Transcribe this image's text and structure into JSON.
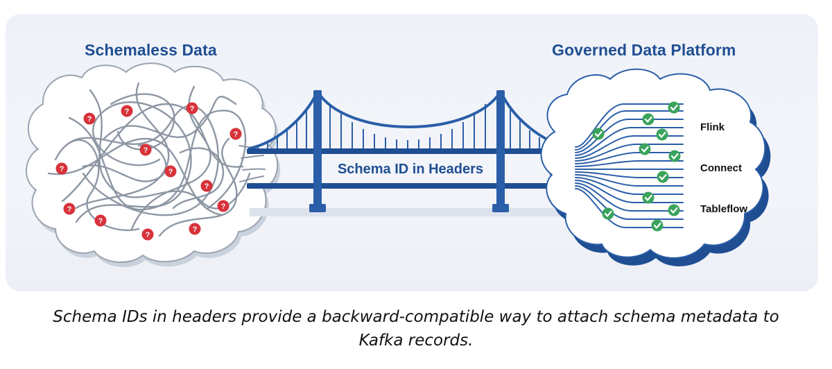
{
  "left_title": "Schemaless Data",
  "right_title": "Governed Data Platform",
  "bridge_label": "Schema ID in Headers",
  "destinations": [
    "Flink",
    "Connect",
    "Tableflow"
  ],
  "marker_question": "?",
  "caption_line1": "Schema IDs in headers provide a backward-compatible way to attach schema metadata to",
  "caption_line2": "Kafka records.",
  "icons": {
    "unknown": "question-icon",
    "valid": "checkmark-icon"
  },
  "colors": {
    "primary_blue": "#1f4e92",
    "bridge_blue": "#2a5ea8",
    "unknown_red": "#d8323a",
    "valid_green": "#3aa35c",
    "tangle_gray": "#8d96a3"
  }
}
